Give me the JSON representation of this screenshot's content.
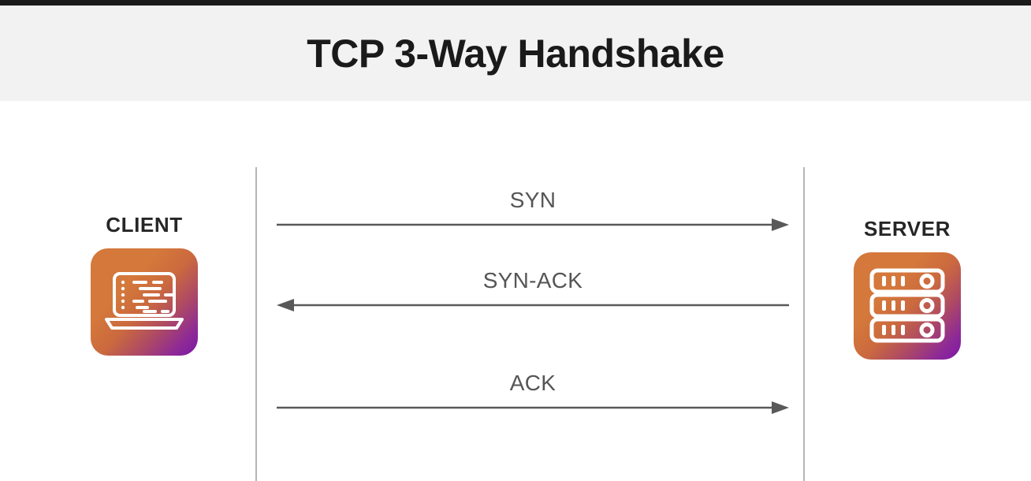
{
  "page": {
    "background_color": "#ffffff",
    "top_strip_color": "#1b1b1b"
  },
  "header": {
    "title": "TCP 3-Way Handshake",
    "background_color": "#f2f2f2",
    "text_color": "#1a1a1a"
  },
  "diagram": {
    "type": "sequence-diagram",
    "protocol": "TCP",
    "lifeline_color": "#b6b6b6",
    "arrow_color": "#595959",
    "nodes": [
      {
        "id": "client",
        "label": "CLIENT",
        "icon": "laptop-icon",
        "gradient_from": "#d4783b",
        "gradient_to": "#7d16a8"
      },
      {
        "id": "server",
        "label": "SERVER",
        "icon": "server-rack-icon",
        "gradient_from": "#d4783b",
        "gradient_to": "#7d16a8"
      }
    ],
    "messages": [
      {
        "step": 1,
        "label": "SYN",
        "from": "client",
        "to": "server",
        "direction": "right"
      },
      {
        "step": 2,
        "label": "SYN-ACK",
        "from": "server",
        "to": "client",
        "direction": "left"
      },
      {
        "step": 3,
        "label": "ACK",
        "from": "client",
        "to": "server",
        "direction": "right"
      }
    ]
  }
}
